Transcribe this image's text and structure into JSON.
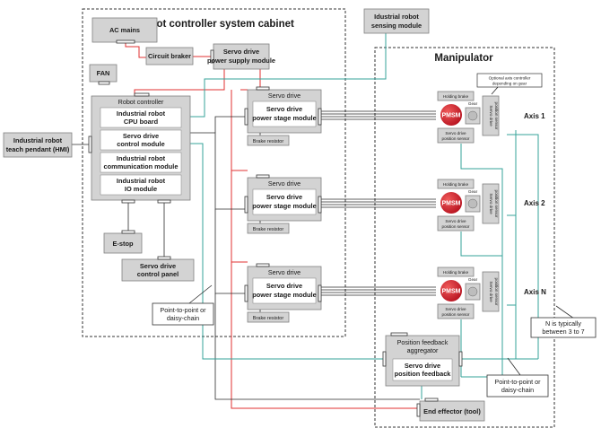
{
  "colors": {
    "box_fill": "#d3d3d3",
    "box_stroke": "#808080",
    "inner_fill": "#ffffff",
    "red_line": "#e03030",
    "teal_line": "#35a39a",
    "dark_line": "#2b2b2b",
    "pmsm": "#d9202e"
  },
  "cabinet": {
    "title": "Robot controller system cabinet"
  },
  "manipulator": {
    "title": "Manipulator"
  },
  "ac_mains": "AC mains",
  "circuit_breaker": "Circuit braker",
  "servo_psu": {
    "line1": "Servo drive",
    "line2": "power supply module"
  },
  "fan": "FAN",
  "sensing_module": {
    "line1": "Idustrial robot",
    "line2": "sensing module"
  },
  "robot_controller": {
    "title": "Robot controller",
    "cpu": {
      "line1": "Industrial robot",
      "line2": "CPU board"
    },
    "control": {
      "line1": "Servo drive",
      "line2": "control module"
    },
    "comm": {
      "line1": "Industrial robot",
      "line2": "communication module"
    },
    "io": {
      "line1": "Industrial robot",
      "line2": "IO module"
    }
  },
  "teach_pendant": {
    "line1": "Industrial robot",
    "line2": "teach pendant (HMI)"
  },
  "estop": "E-stop",
  "control_panel": {
    "line1": "Servo drive",
    "line2": "control panel"
  },
  "servo_drive": {
    "title": "Servo drive",
    "power_stage": {
      "line1": "Servo drive",
      "line2": "power stage module"
    },
    "brake_resistor": "Brake resistor"
  },
  "axis_parts": {
    "holding_brake": "Holding brake",
    "pmsm": "PMSM",
    "gear": "Gear",
    "position_sensor": {
      "line1": "Servo drive",
      "line2": "position sensor"
    },
    "sensor_vertical": {
      "line1": "Servo drive",
      "line2": "position sensor"
    }
  },
  "axes": [
    "Axis 1",
    "Axis 2",
    "Axis N"
  ],
  "optional_note": {
    "line1": "Optional axis controller",
    "line2": "depending on gear"
  },
  "n_note": {
    "line1": "N is typically",
    "line2": "between 3 to 7"
  },
  "feedback_aggregator": {
    "line1": "Position feedback",
    "line2": "aggregator",
    "inner1": "Servo drive",
    "inner2": "position feedback"
  },
  "p2p_left": {
    "line1": "Point-to-point or",
    "line2": "daisy-chain"
  },
  "p2p_right": {
    "line1": "Point-to-point or",
    "line2": "daisy-chain"
  },
  "end_effector": "End effector (tool)"
}
